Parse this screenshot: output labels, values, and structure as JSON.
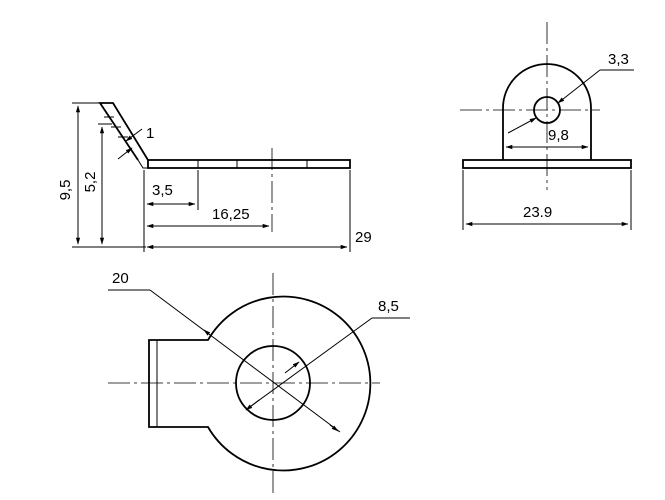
{
  "drawing": {
    "dimensions": {
      "side_height_total": "9,5",
      "side_height_inner": "5,2",
      "thickness": "1",
      "side_offset": "3,5",
      "side_mid_length": "16,25",
      "side_total_length": "29",
      "hole_diameter": "3,3",
      "front_span": "9,8",
      "front_width": "23.9",
      "plan_outer_diameter": "20",
      "plan_hole_diameter": "8,5"
    },
    "colors": {
      "line": "#000000",
      "background": "#ffffff"
    }
  }
}
